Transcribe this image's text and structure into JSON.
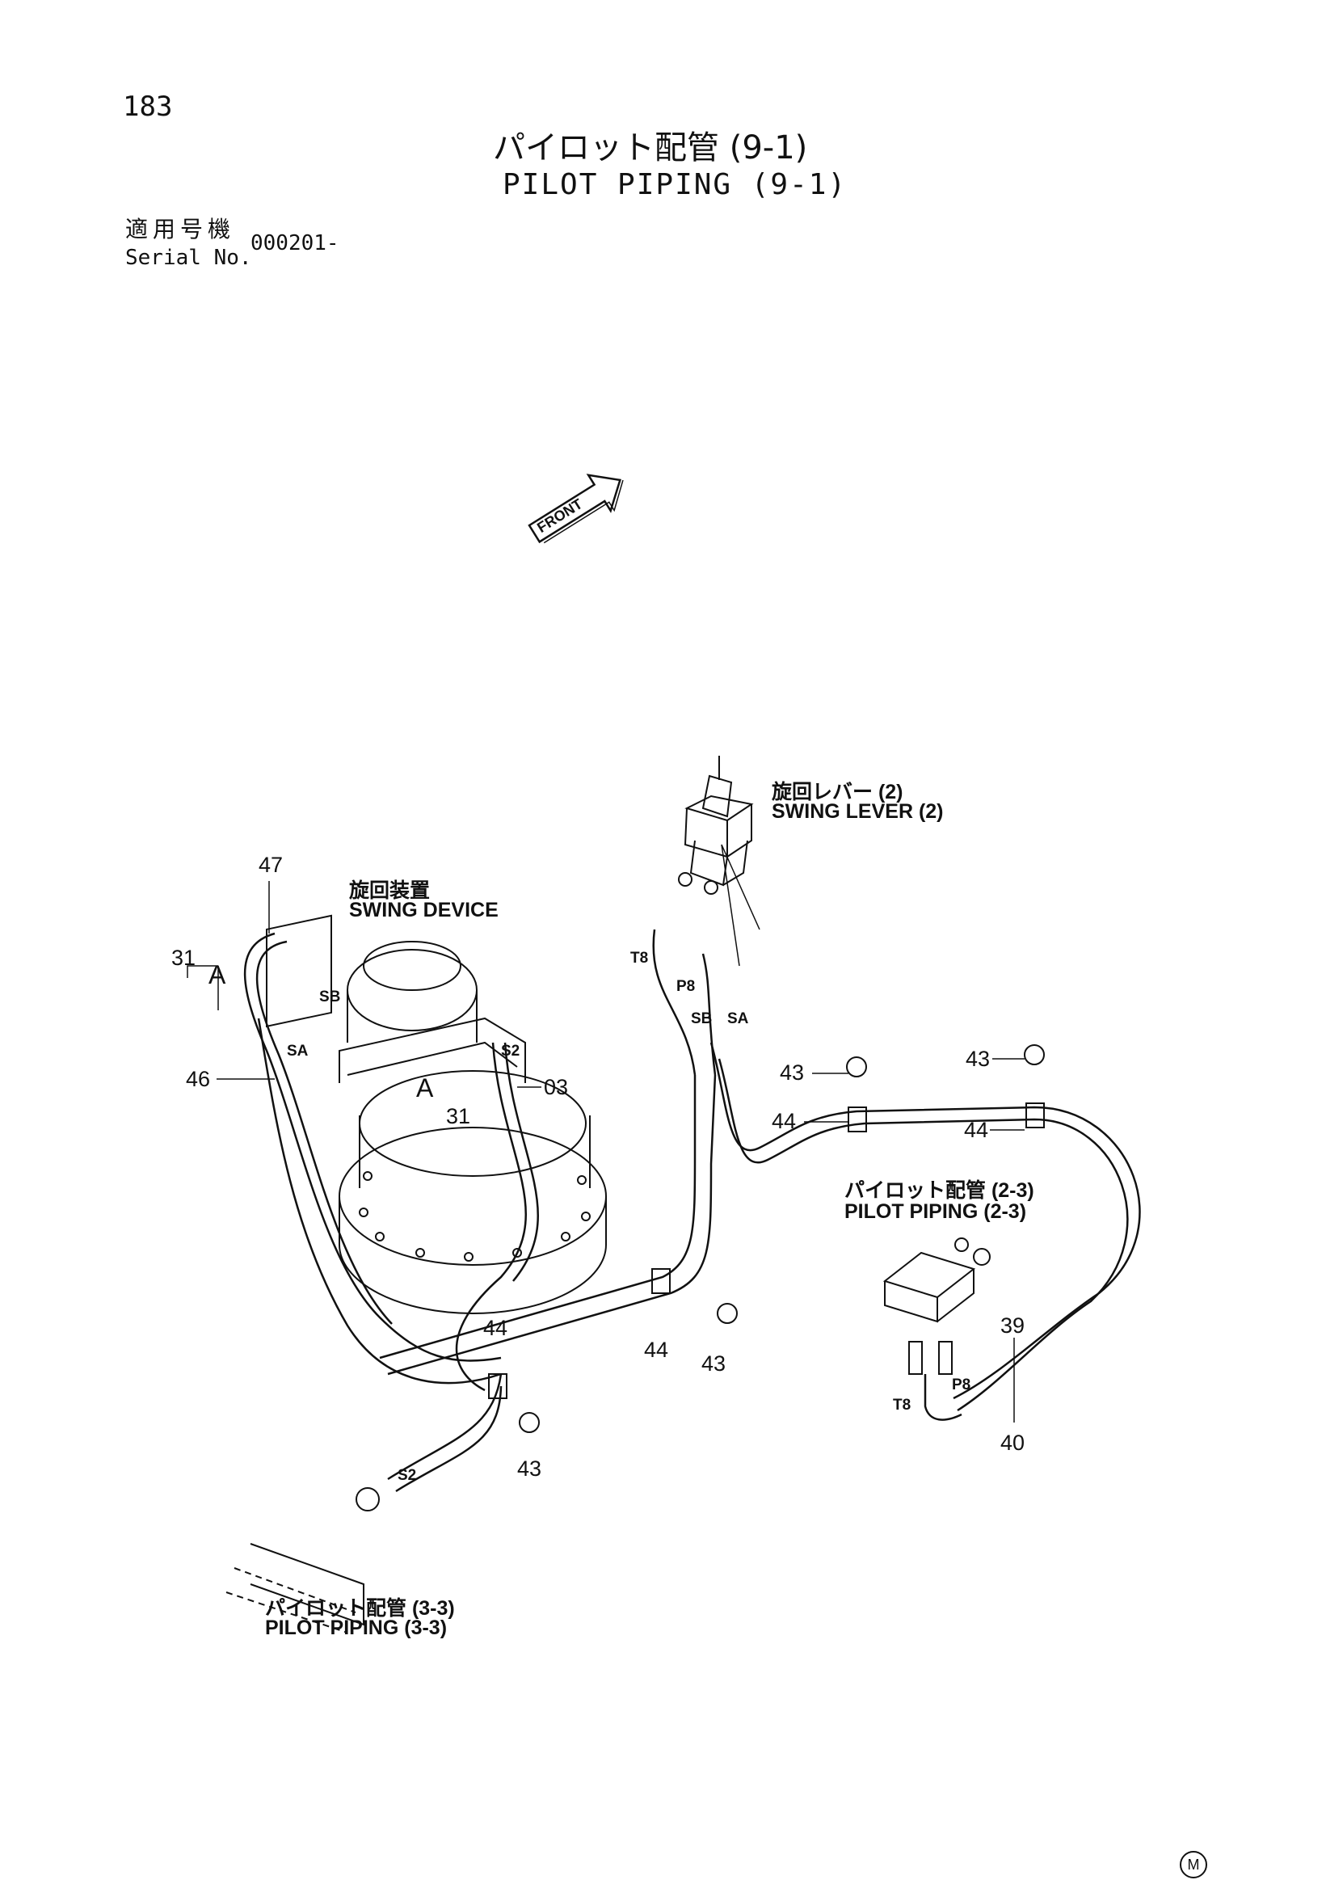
{
  "header": {
    "page_number": "183",
    "title_jp": "パイロット配管 (9-1)",
    "title_en": "PILOT PIPING (9-1)",
    "serial_label_jp": "適用号機",
    "serial_label_en": "Serial No.",
    "serial_value": "000201-"
  },
  "diagram": {
    "front_label": "FRONT",
    "swing_lever_jp": "旋回レバー (2)",
    "swing_lever_en": "SWING LEVER (2)",
    "swing_device_jp": "旋回装置",
    "swing_device_en": "SWING DEVICE",
    "pilot_2_3_jp": "パイロット配管 (2-3)",
    "pilot_2_3_en": "PILOT PIPING (2-3)",
    "pilot_3_3_jp": "パイロット配管 (3-3)",
    "pilot_3_3_en": "PILOT PIPING (3-3)",
    "view_marker": "A",
    "ports": {
      "sb": "SB",
      "sa": "SA",
      "s2": "S2",
      "t8": "T8",
      "p8": "P8"
    },
    "callouts": {
      "c47": "47",
      "c31": "31",
      "c46": "46",
      "c03": "03",
      "c43": "43",
      "c44": "44",
      "c39": "39",
      "c40": "40"
    }
  },
  "footer": {
    "mark": "M"
  }
}
